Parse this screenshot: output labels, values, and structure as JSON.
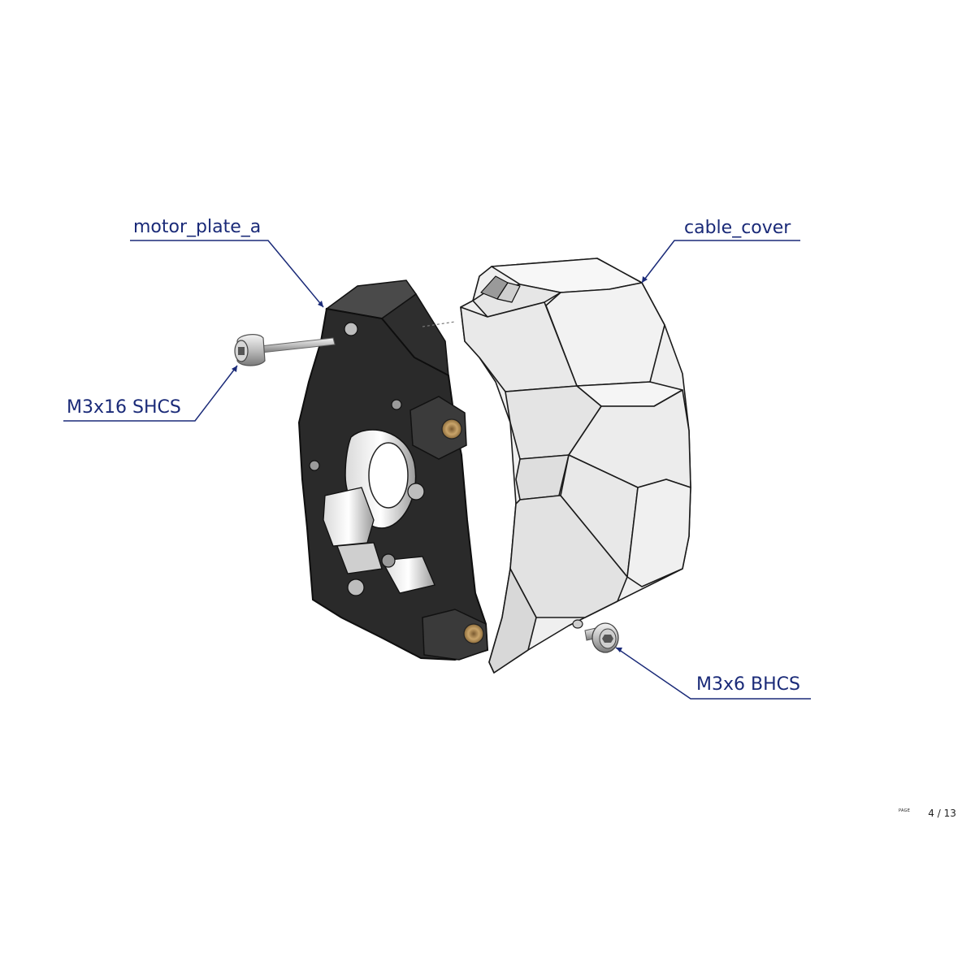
{
  "callouts": {
    "motor_plate": "motor_plate_a",
    "cable_cover": "cable_cover",
    "shcs": "M3x16 SHCS",
    "bhcs": "M3x6 BHCS"
  },
  "page_indicator": {
    "label": "PAGE",
    "value": "4 / 13"
  },
  "colors": {
    "callout_text": "#1a2a78",
    "leader_line": "#1a2a78",
    "plate_dark": "#2b2b2b",
    "cover_light": "#efefef"
  }
}
